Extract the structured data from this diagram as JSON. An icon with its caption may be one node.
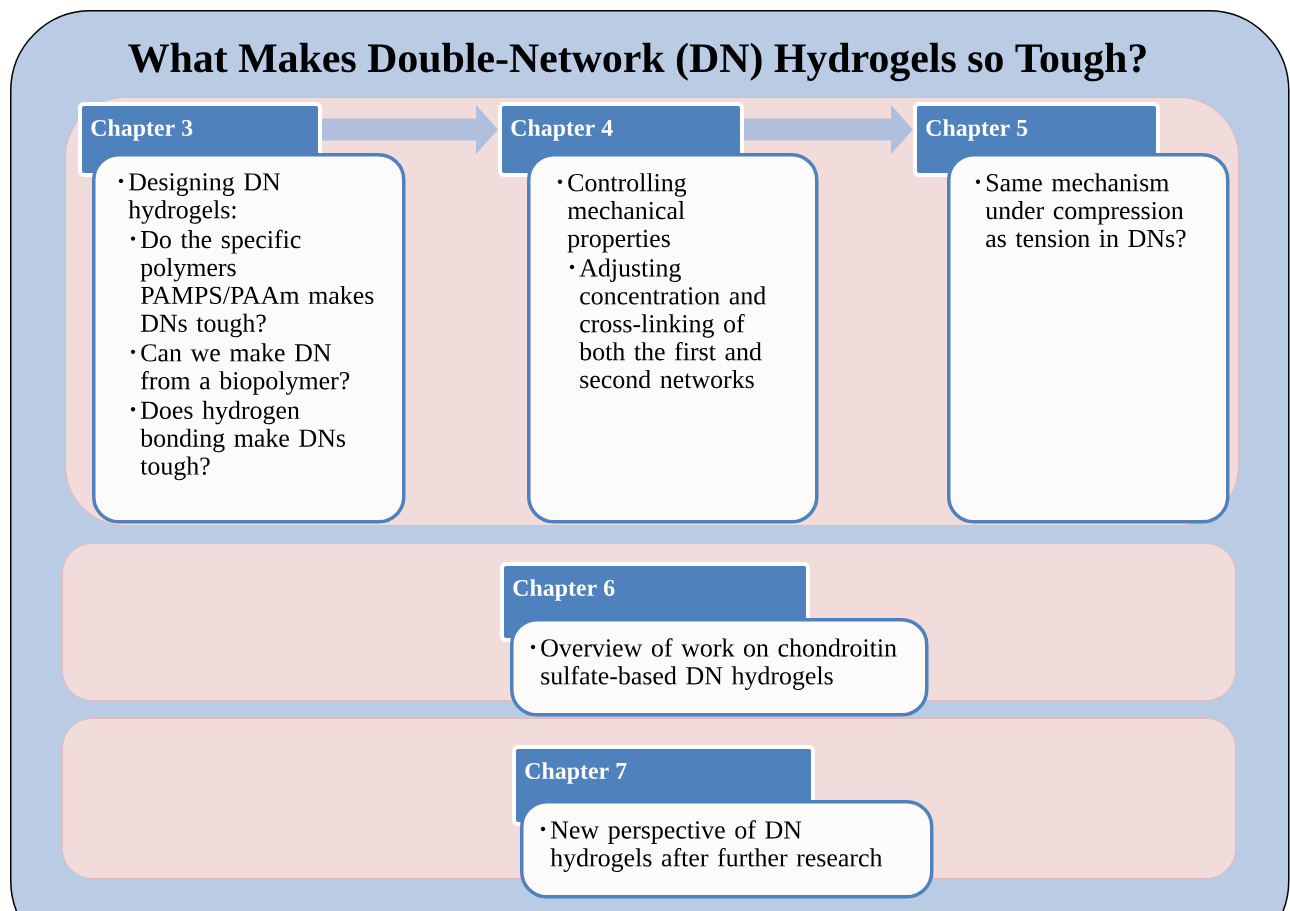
{
  "diagram": {
    "title": "What Makes Double-Network (DN) Hydrogels so Tough?",
    "nodes": [
      {
        "text": [],
        "shape": "box"
      },
      {
        "text": [],
        "shape": "box",
        "in": 0
      },
      {
        "text": [
          "Chapter 3"
        ],
        "in": 1
      },
      {
        "text": [
          "Designing DN hydrogels:",
          "Do the specific polymers PAMPS/PAAm makes DNs tough?",
          "Can we make DN from a biopolymer?",
          "Does hydrogen bonding make DNs tough?"
        ],
        "in": 1
      },
      {
        "text": [
          "Chapter 4"
        ],
        "in": 1
      },
      {
        "text": [
          "Controlling mechanical properties",
          "Adjusting concentration and cross-linking of both the first and second networks"
        ],
        "in": 1
      },
      {
        "text": [
          "Chapter 5"
        ],
        "in": 1
      },
      {
        "text": [
          "Same mechanism under compression as tension in DNs?"
        ],
        "in": 1
      },
      {
        "text": [],
        "shape": "box",
        "in": 0
      },
      {
        "text": [
          "Chapter 6"
        ],
        "in": 8
      },
      {
        "text": [
          "Overview of work on chondroitin sulfate-based DN hydrogels"
        ],
        "in": 8
      },
      {
        "text": [],
        "shape": "box",
        "in": 0
      },
      {
        "text": [
          "Chapter 7"
        ],
        "in": 11
      },
      {
        "text": [
          "New perspective of DN hydrogels after further research"
        ],
        "in": 11
      }
    ],
    "edges": [
      {
        "from": 2,
        "to": 4,
        "arrow": "to"
      },
      {
        "from": 4,
        "to": 6,
        "arrow": "to"
      }
    ]
  }
}
